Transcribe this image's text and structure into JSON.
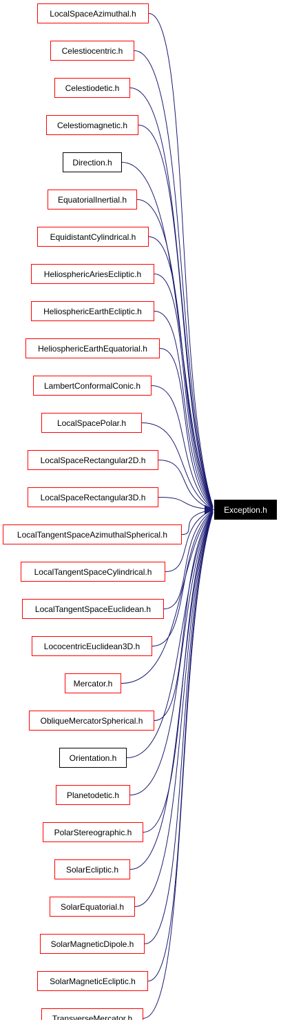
{
  "target": {
    "label": "Exception.h",
    "bg": "#000000",
    "text_color": "#ffffff"
  },
  "edge_color": "#191970",
  "colors": {
    "red": "#ff0000",
    "black": "#000000"
  },
  "sources": [
    {
      "label": "LocalSpaceAzimuthal.h",
      "border": "red"
    },
    {
      "label": "Celestiocentric.h",
      "border": "red"
    },
    {
      "label": "Celestiodetic.h",
      "border": "red"
    },
    {
      "label": "Celestiomagnetic.h",
      "border": "red"
    },
    {
      "label": "Direction.h",
      "border": "black"
    },
    {
      "label": "EquatorialInertial.h",
      "border": "red"
    },
    {
      "label": "EquidistantCylindrical.h",
      "border": "red"
    },
    {
      "label": "HeliosphericAriesEcliptic.h",
      "border": "red"
    },
    {
      "label": "HeliosphericEarthEcliptic.h",
      "border": "red"
    },
    {
      "label": "HeliosphericEarthEquatorial.h",
      "border": "red"
    },
    {
      "label": "LambertConformalConic.h",
      "border": "red"
    },
    {
      "label": "LocalSpacePolar.h",
      "border": "red"
    },
    {
      "label": "LocalSpaceRectangular2D.h",
      "border": "red"
    },
    {
      "label": "LocalSpaceRectangular3D.h",
      "border": "red"
    },
    {
      "label": "LocalTangentSpaceAzimuthalSpherical.h",
      "border": "red"
    },
    {
      "label": "LocalTangentSpaceCylindrical.h",
      "border": "red"
    },
    {
      "label": "LocalTangentSpaceEuclidean.h",
      "border": "red"
    },
    {
      "label": "LococentricEuclidean3D.h",
      "border": "red"
    },
    {
      "label": "Mercator.h",
      "border": "red"
    },
    {
      "label": "ObliqueMercatorSpherical.h",
      "border": "red"
    },
    {
      "label": "Orientation.h",
      "border": "black"
    },
    {
      "label": "Planetodetic.h",
      "border": "red"
    },
    {
      "label": "PolarStereographic.h",
      "border": "red"
    },
    {
      "label": "SolarEcliptic.h",
      "border": "red"
    },
    {
      "label": "SolarEquatorial.h",
      "border": "red"
    },
    {
      "label": "SolarMagneticDipole.h",
      "border": "red"
    },
    {
      "label": "SolarMagneticEcliptic.h",
      "border": "red"
    },
    {
      "label": "TransverseMercator.h",
      "border": "red"
    }
  ]
}
